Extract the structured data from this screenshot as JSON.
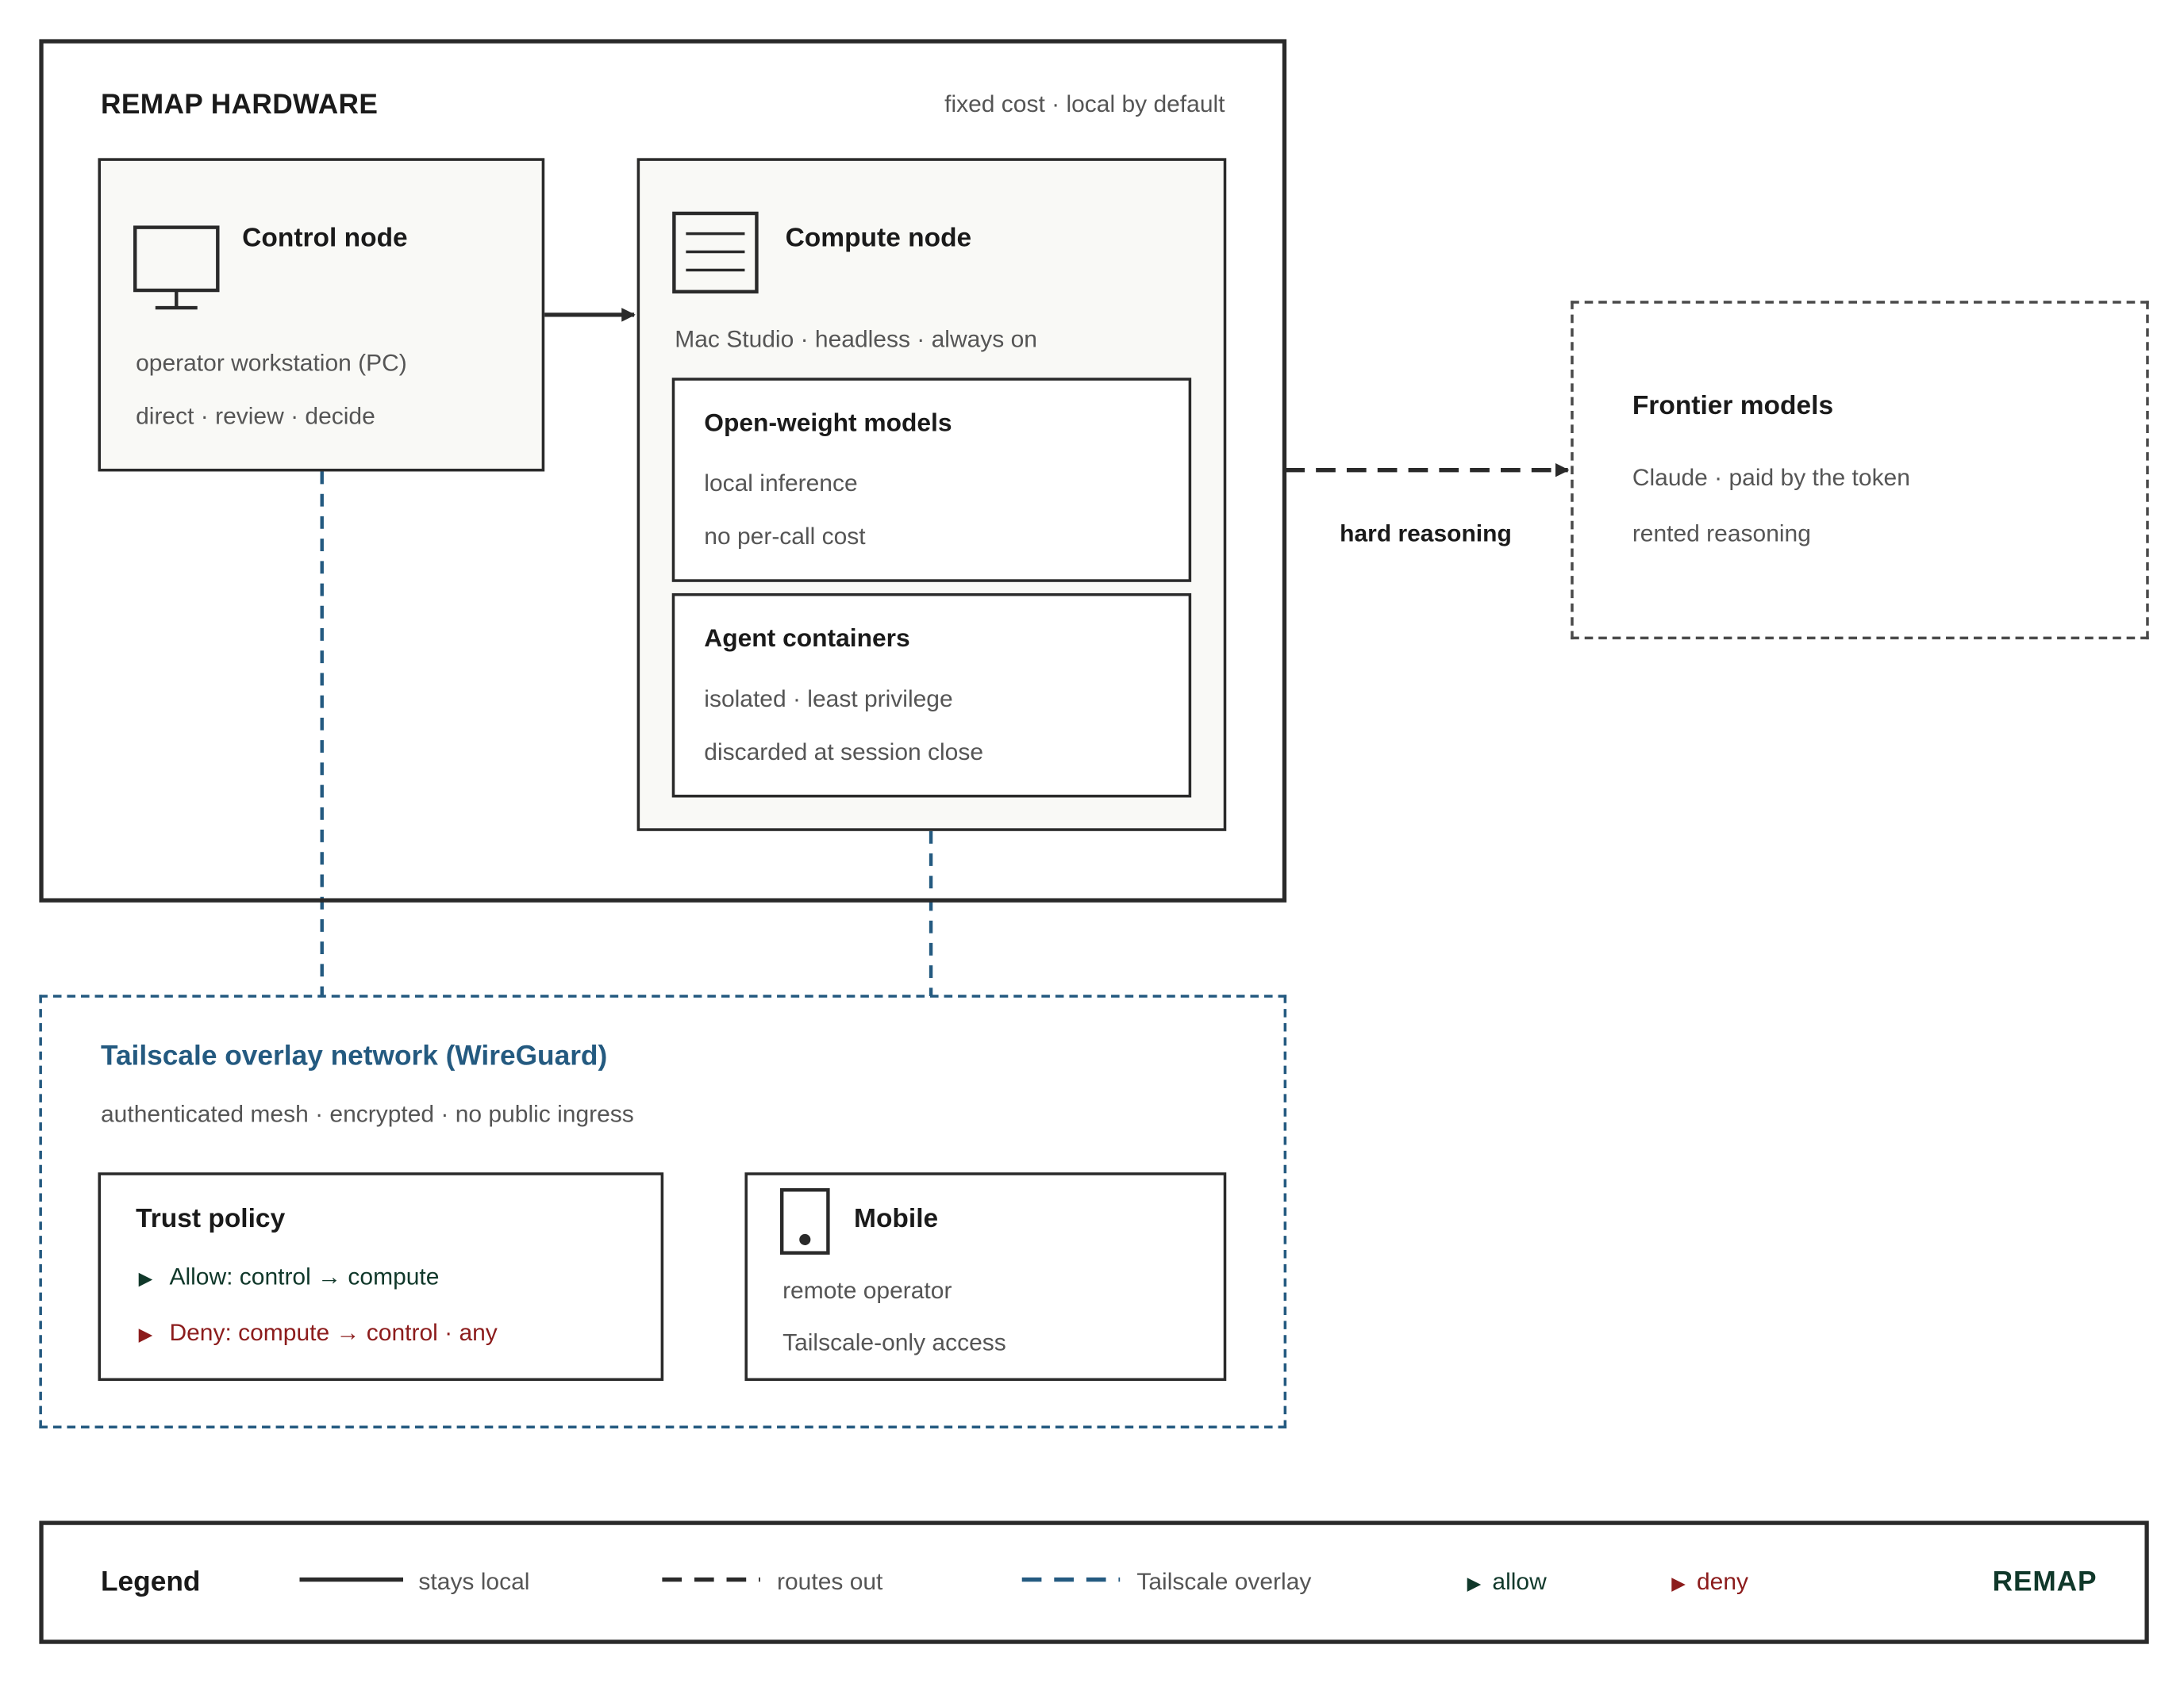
{
  "hardware": {
    "title": "REMAP HARDWARE",
    "subtitle": "fixed cost · local by default"
  },
  "control_node": {
    "title": "Control node",
    "line1": "operator workstation (PC)",
    "line2": "direct · review · decide",
    "icon": "monitor-icon"
  },
  "compute_node": {
    "title": "Compute node",
    "subtitle": "Mac Studio · headless · always on",
    "icon": "server-document-icon",
    "open_weight": {
      "title": "Open-weight models",
      "line1": "local inference",
      "line2": "no per-call cost"
    },
    "agents": {
      "title": "Agent containers",
      "line1": "isolated · least privilege",
      "line2": "discarded at session close"
    }
  },
  "frontier": {
    "title": "Frontier models",
    "line1": "Claude · paid by the token",
    "line2": "rented reasoning",
    "edge_label": "hard reasoning"
  },
  "tailscale": {
    "title": "Tailscale overlay network (WireGuard)",
    "subtitle": "authenticated mesh · encrypted · no public ingress",
    "trust": {
      "title": "Trust policy",
      "allow": "Allow: control → compute",
      "deny": "Deny: compute → control · any",
      "marker": "▶"
    },
    "mobile": {
      "title": "Mobile",
      "line1": "remote operator",
      "line2": "Tailscale-only access",
      "icon": "phone-icon"
    }
  },
  "legend": {
    "title": "Legend",
    "stays_local": "stays local",
    "routes_out": "routes out",
    "overlay": "Tailscale overlay",
    "allow": "allow",
    "deny": "deny",
    "marker": "▶",
    "brand": "REMAP"
  },
  "colors": {
    "ink": "#2a2a2a",
    "overlay_blue": "#245a80",
    "allow_green": "#10382a",
    "deny_red": "#8c1c1c",
    "node_fill": "#f9f9f6"
  }
}
